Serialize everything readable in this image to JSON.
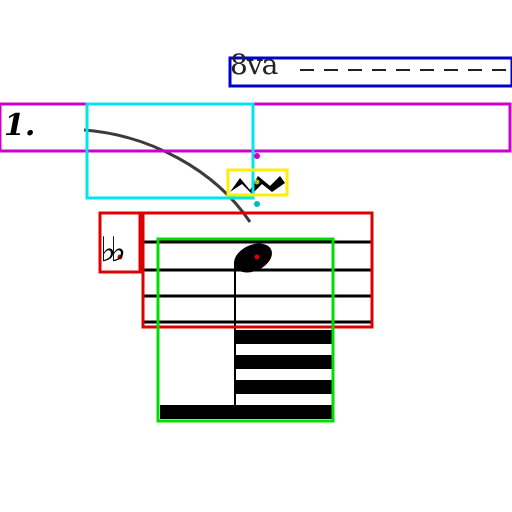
{
  "score": {
    "ottava": {
      "label": "8va"
    },
    "fingering": {
      "label": "1."
    },
    "accidental": {
      "symbol": "♭♭",
      "name": "double-flat"
    },
    "ornament": {
      "name": "mordent"
    }
  },
  "annotations": {
    "colors": {
      "ottava_box": "#0000cc",
      "fingering_box": "#cc00cc",
      "slur_box": "#00e5ee",
      "ornament_box": "#ffee00",
      "staff_box": "#dd0000",
      "stem_box": "#00dd00",
      "accidental_box": "#dd0000"
    }
  }
}
